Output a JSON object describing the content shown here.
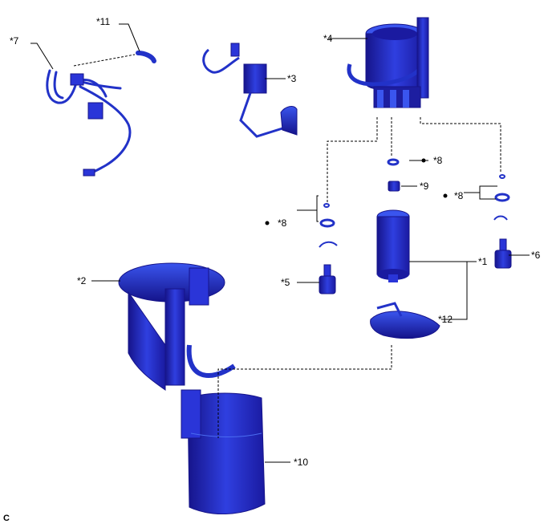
{
  "labels": {
    "l1": "*1",
    "l2": "*2",
    "l3": "*3",
    "l4": "*4",
    "l5": "*5",
    "l6": "*6",
    "l7": "*7",
    "l8a": "*8",
    "l8b": "*8",
    "l8c": "*8",
    "l9": "*9",
    "l10": "*10",
    "l11": "*11",
    "l12": "*12"
  },
  "corner_mark": "C",
  "colors": {
    "part_dark": "#1a1a8c",
    "part_mid": "#2a35d8",
    "part_light": "#4a6cf0",
    "line": "#000000"
  }
}
